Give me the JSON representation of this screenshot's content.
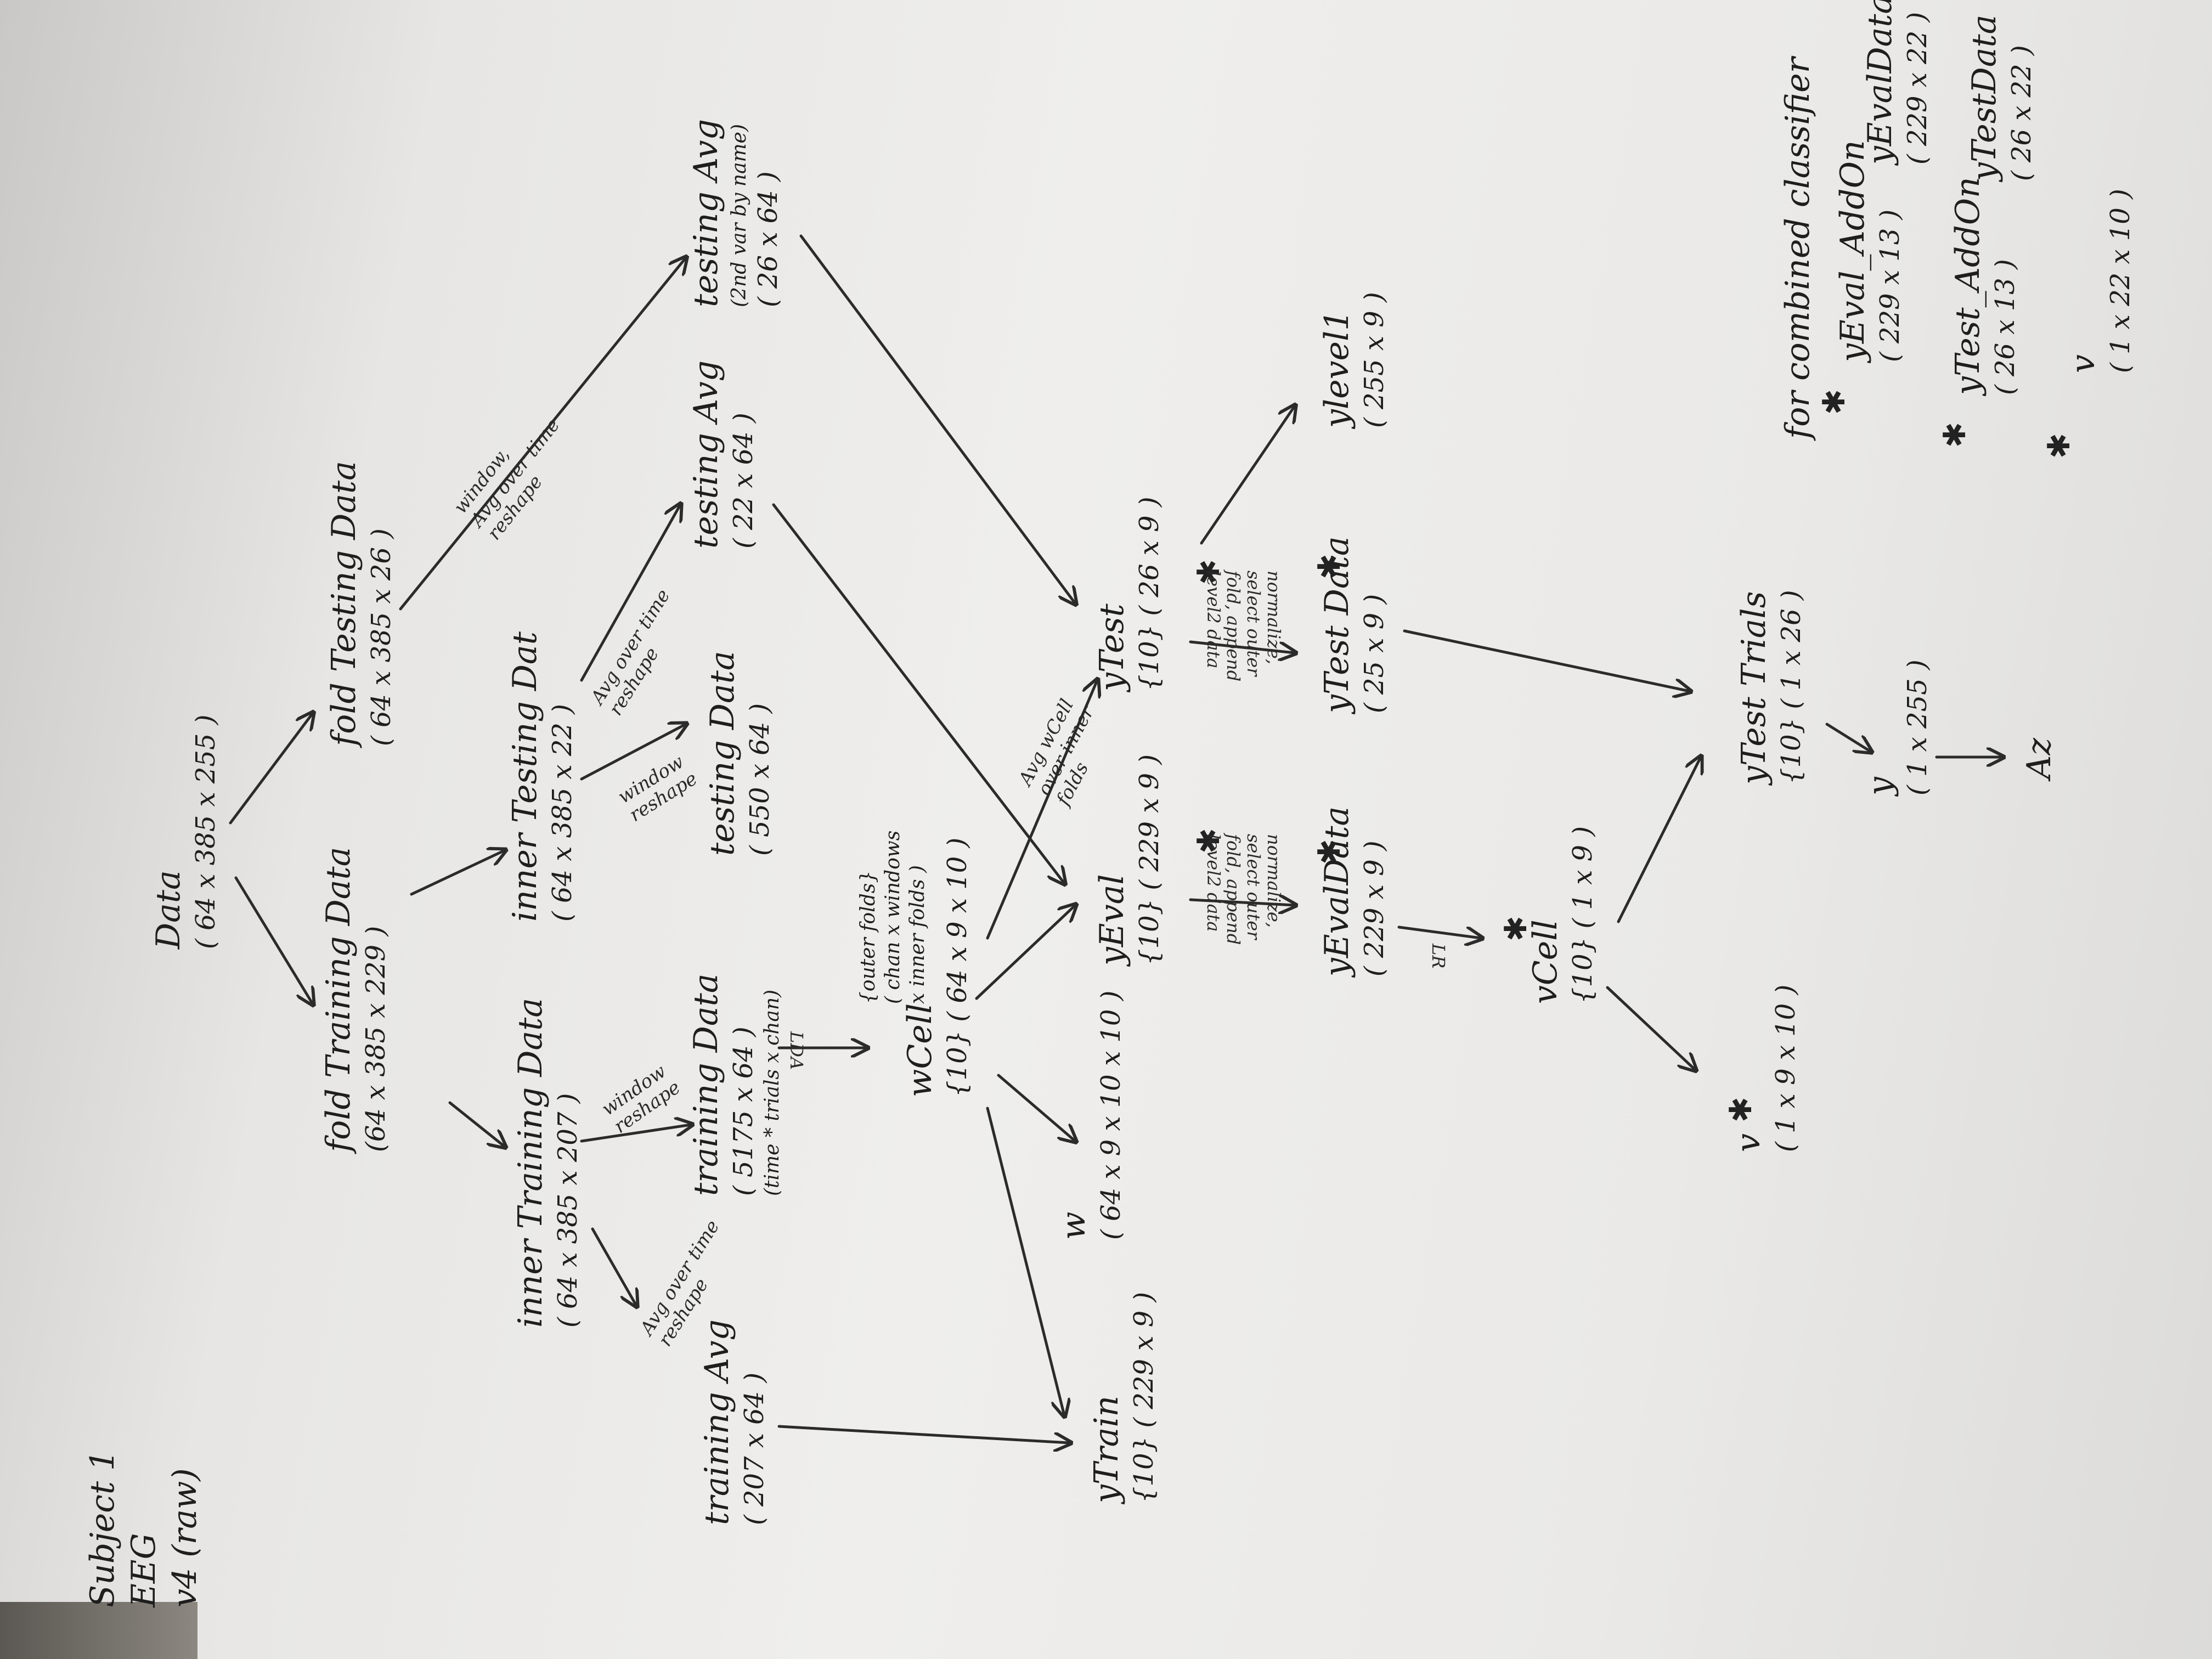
{
  "subject": {
    "line1": "Subject 1",
    "line2": "EEG",
    "line3": "v4 (raw)"
  },
  "nodes": {
    "data": {
      "title": "Data",
      "dims": "( 64 x 385 x 255 )"
    },
    "fold_training": {
      "title": "fold Training Data",
      "dims": "(64 x 385 x 229 )"
    },
    "fold_testing": {
      "title": "fold Testing Data",
      "dims": "( 64 x 385 x 26 )"
    },
    "inner_training": {
      "title": "inner Training Data",
      "dims": "( 64 x 385 x 207 )"
    },
    "inner_testing": {
      "title": "inner Testing Dat",
      "dims": "( 64 x 385 x 22 )"
    },
    "training_data": {
      "title": "training Data",
      "dims": "( 5175 x 64 )",
      "note": "(time * trials x chan)"
    },
    "testing_data": {
      "title": "testing Data",
      "dims": "( 550 x 64 )"
    },
    "training_avg": {
      "title": "training Avg",
      "dims": "( 207 x 64 )"
    },
    "testing_avg": {
      "title": "testing Avg",
      "dims": "( 22 x 64 )"
    },
    "testing_avg2": {
      "title": "testing Avg",
      "sub": "(2nd var by name)",
      "dims": "( 26 x 64 )"
    },
    "wcell": {
      "title": "wCell",
      "dims": "{10} ( 64 x 9 x 10 )",
      "note1": "{outer folds}",
      "note2": "( chan x windows",
      "note3": "x inner folds )"
    },
    "w": {
      "title": "w",
      "dims": "( 64 x 9 x 10 x 10 )"
    },
    "ytrain": {
      "title": "yTrain",
      "dims": "{10} ( 229 x 9 )"
    },
    "yeval": {
      "title": "yEval",
      "dims": "{10} ( 229 x 9 )"
    },
    "ytest": {
      "title": "yTest",
      "dims": "{10} ( 26 x 9 )"
    },
    "yevaldata": {
      "title": "yEvalData",
      "dims": "( 229 x 9 )"
    },
    "ytestdata": {
      "title": "yTest Data",
      "dims": "( 25 x 9 )"
    },
    "ylevel1": {
      "title": "ylevel1",
      "dims": "( 255 x 9 )"
    },
    "vcell": {
      "title": "vCell",
      "dims": "{10} ( 1 x 9 )"
    },
    "v": {
      "title": "v",
      "dims": "( 1 x 9 x 10 )"
    },
    "ytesttrials": {
      "title": "yTest Trials",
      "dims": "{10} ( 1 x 26 )"
    },
    "y": {
      "title": "y",
      "dims": "( 1 x 255 )"
    },
    "az": {
      "title": "Az"
    }
  },
  "edge_labels": {
    "window_reshape_1": {
      "l1": "window",
      "l2": "reshape"
    },
    "window_reshape_2": {
      "l1": "window",
      "l2": "reshape"
    },
    "avg_reshape_1": {
      "l1": "Avg over time",
      "l2": "reshape"
    },
    "avg_reshape_2": {
      "l1": "Avg over time",
      "l2": "reshape"
    },
    "window_avg_reshape": {
      "l1": "window,",
      "l2": "Avg over time",
      "l3": "reshape"
    },
    "lda": {
      "l1": "LDA"
    },
    "lr": {
      "l1": "LR"
    },
    "avg_wcell": {
      "l1": "Avg wCell",
      "l2": "over inner",
      "l3": "folds"
    },
    "normalize_1": {
      "l1": "normalize,",
      "l2": "select outer",
      "l3": "fold, append",
      "l4": "level2 data"
    },
    "normalize_2": {
      "l1": "normalize,",
      "l2": "select outer",
      "l3": "fold, append",
      "l4": "level2 data"
    }
  },
  "combined": {
    "title": "for combined classifier",
    "items": [
      {
        "name": "yEval_AddOn",
        "dims": "( 229 x 13 )"
      },
      {
        "name": "yEvalData",
        "dims": "( 229 x 22 )"
      },
      {
        "name": "yTest_AddOn",
        "dims": "( 26 x 13 )"
      },
      {
        "name": "yTestData",
        "dims": "( 26 x 22 )"
      },
      {
        "name": "v",
        "dims": "( 1 x 22 x 10 )"
      }
    ]
  }
}
